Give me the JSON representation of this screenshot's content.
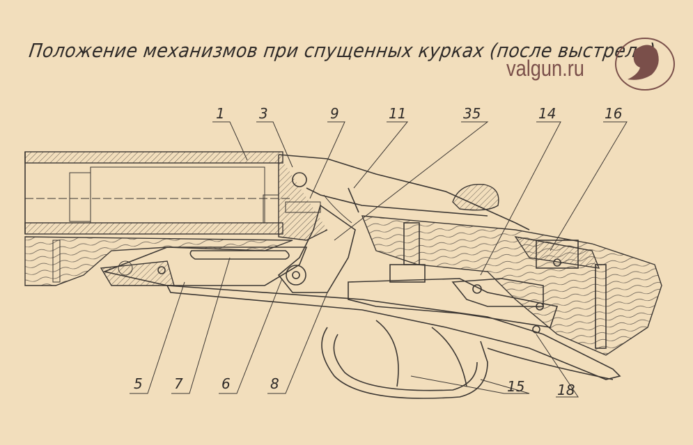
{
  "title": "Положение механизмов при  спущенных курках (после выстрела)",
  "watermark": "valgun.ru",
  "colors": {
    "paper": "#f2debc",
    "ink": "#3b3632",
    "watermark": "#7a4f4a"
  },
  "labels": {
    "top": [
      "1",
      "3",
      "9",
      "11",
      "35",
      "14",
      "16"
    ],
    "bottom": [
      "5",
      "7",
      "6",
      "8",
      "15",
      "18"
    ]
  }
}
